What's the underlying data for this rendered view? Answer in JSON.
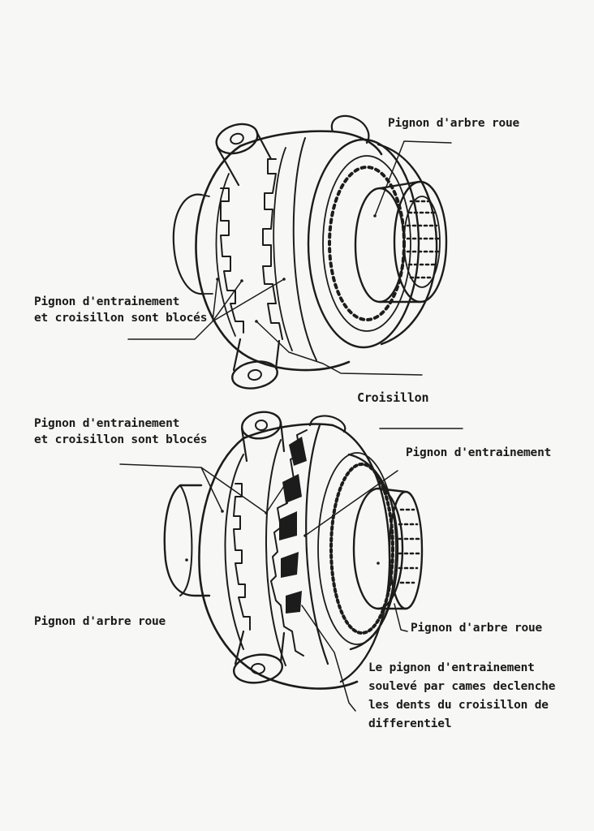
{
  "diagram_1": {
    "label_top_right": "Pignon d'arbre roue",
    "label_left_lines": [
      "Pignon d'entrainement",
      "et croisillon sont blocés"
    ],
    "label_bottom": "Croisillon"
  },
  "diagram_2": {
    "label_top_left_lines": [
      "Pignon d'entrainement",
      "et croisillon sont blocés"
    ],
    "label_top_right": "Pignon d'entrainement",
    "label_left": "Pignon d'arbre roue",
    "label_right": "Pignon d'arbre roue",
    "label_bottom_lines": [
      "Le pignon d'entrainement",
      "soulevé par cames declenche",
      "les dents du croisillon de",
      "differentiel"
    ]
  },
  "colors": {
    "ink": "#1c1c1c",
    "paper": "#f7f7f5"
  }
}
